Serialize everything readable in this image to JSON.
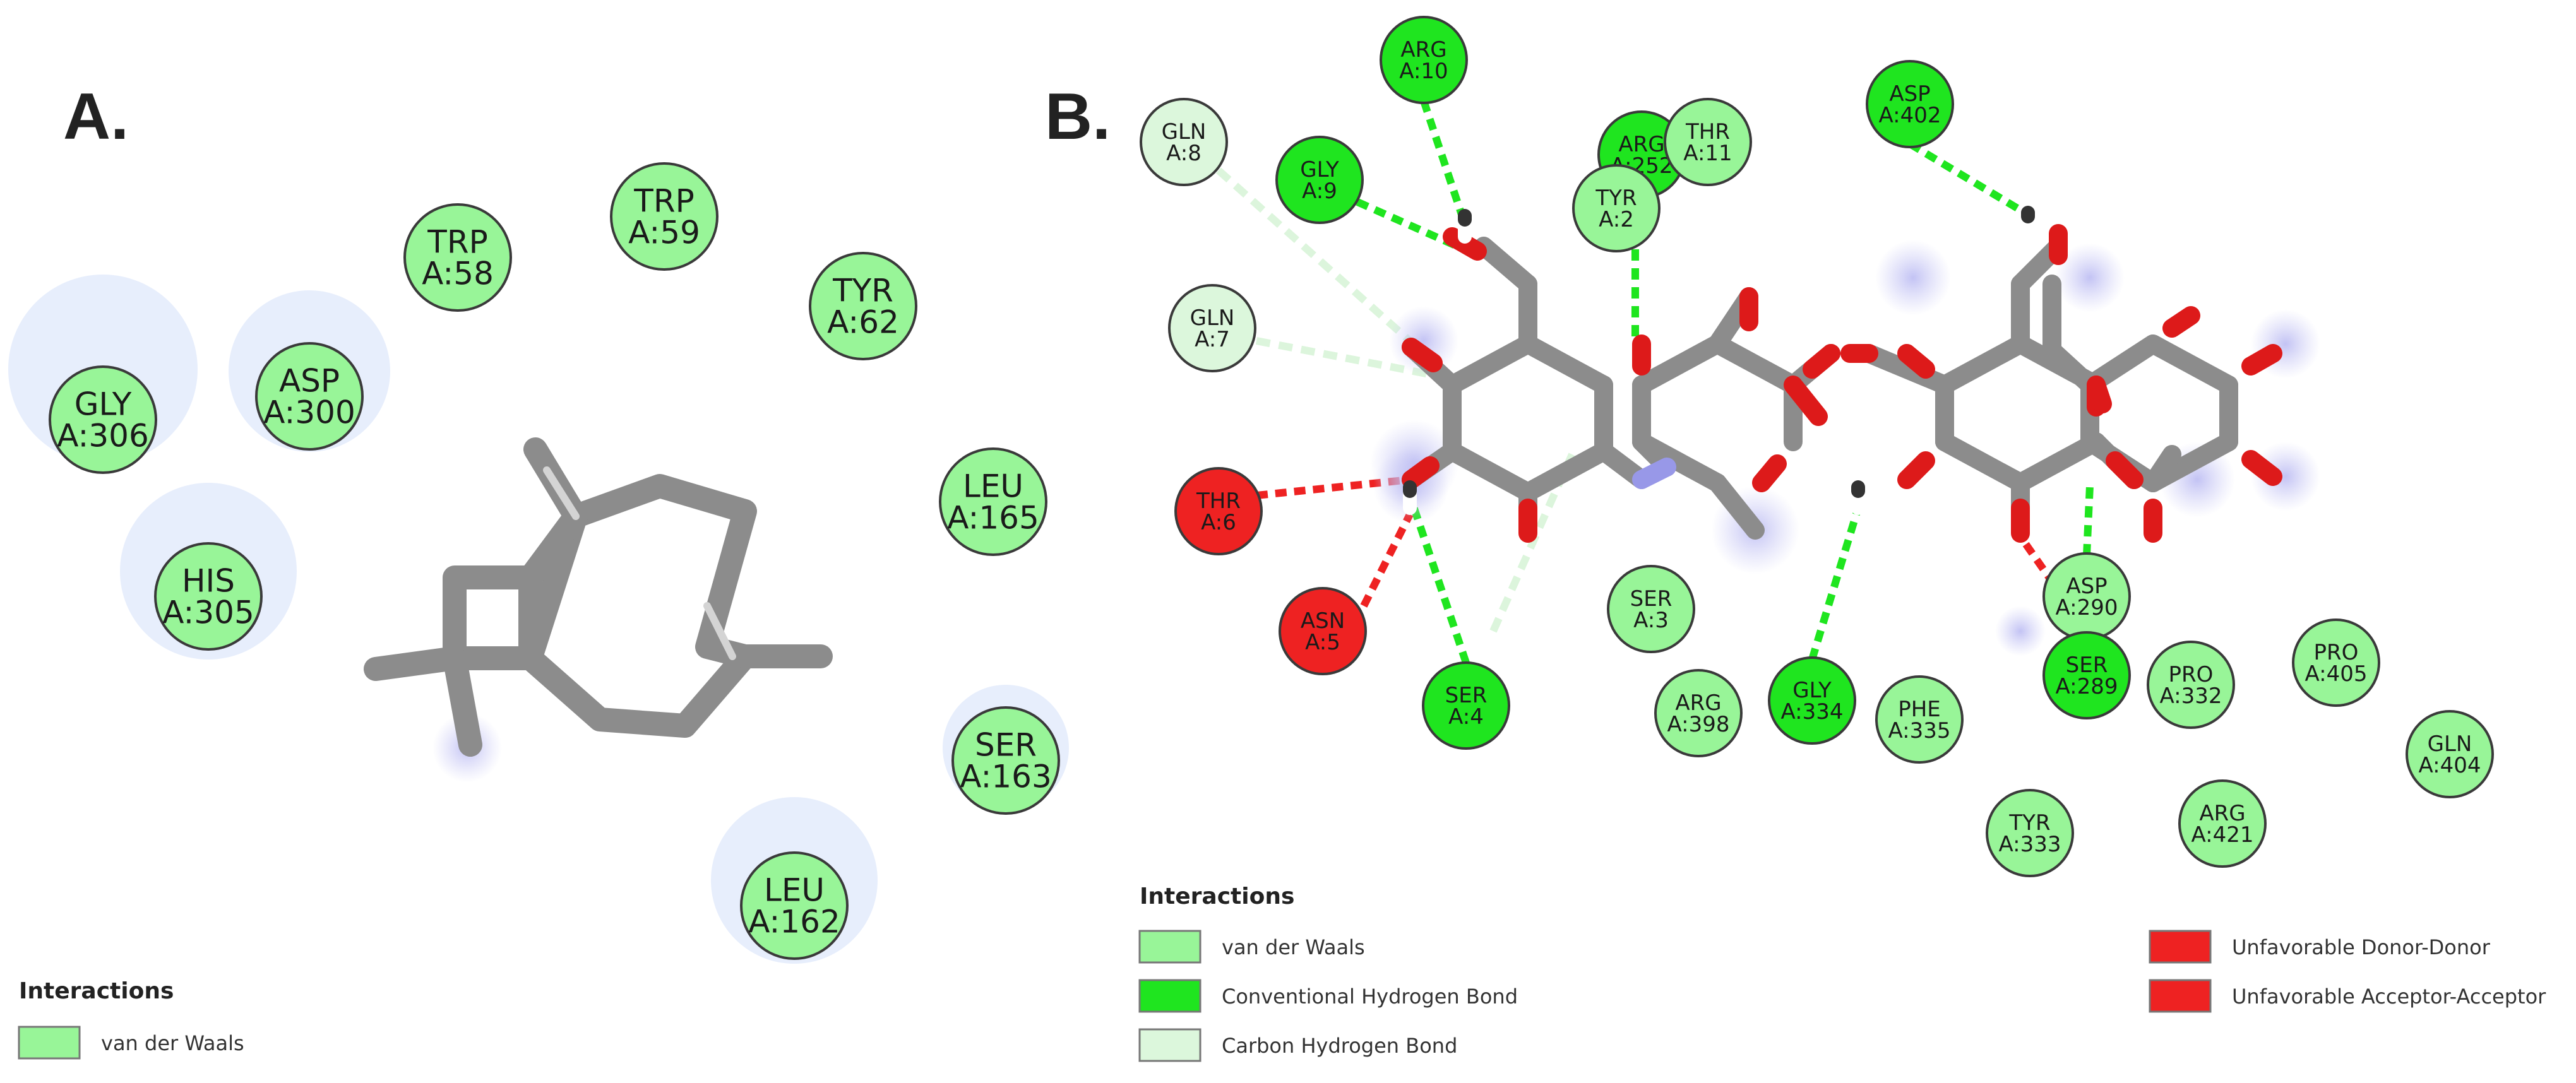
{
  "panels": {
    "a_label": "A.",
    "b_label": "B."
  },
  "colors": {
    "vdw": "#98f598",
    "hbond": "#1fe51f",
    "carbon_h": "#dcf7dc",
    "unfavorable": "#ee2222",
    "bond": "#8c8c8c",
    "oxygen": "#dd1a1a",
    "nitrogen": "#9898e8",
    "halo": "#e7eefc"
  },
  "panel_a": {
    "residues": [
      {
        "name": "GLY",
        "num": "A:306",
        "type": "vdw"
      },
      {
        "name": "ASP",
        "num": "A:300",
        "type": "vdw"
      },
      {
        "name": "TRP",
        "num": "A:58",
        "type": "vdw"
      },
      {
        "name": "TRP",
        "num": "A:59",
        "type": "vdw"
      },
      {
        "name": "TYR",
        "num": "A:62",
        "type": "vdw"
      },
      {
        "name": "HIS",
        "num": "A:305",
        "type": "vdw"
      },
      {
        "name": "LEU",
        "num": "A:165",
        "type": "vdw"
      },
      {
        "name": "SER",
        "num": "A:163",
        "type": "vdw"
      },
      {
        "name": "LEU",
        "num": "A:162",
        "type": "vdw"
      }
    ],
    "legend": {
      "title": "Interactions",
      "items": [
        {
          "label": "van der Waals",
          "type": "vdw"
        }
      ]
    }
  },
  "panel_b": {
    "residues": [
      {
        "name": "ARG",
        "num": "A:10",
        "type": "hbond"
      },
      {
        "name": "ASP",
        "num": "A:402",
        "type": "hbond"
      },
      {
        "name": "GLN",
        "num": "A:8",
        "type": "carbon_h"
      },
      {
        "name": "GLY",
        "num": "A:9",
        "type": "hbond"
      },
      {
        "name": "ARG",
        "num": "A:252",
        "type": "hbond"
      },
      {
        "name": "THR",
        "num": "A:11",
        "type": "vdw"
      },
      {
        "name": "TYR",
        "num": "A:2",
        "type": "vdw"
      },
      {
        "name": "GLN",
        "num": "A:7",
        "type": "carbon_h"
      },
      {
        "name": "THR",
        "num": "A:6",
        "type": "unfavorable"
      },
      {
        "name": "ASN",
        "num": "A:5",
        "type": "unfavorable"
      },
      {
        "name": "SER",
        "num": "A:4",
        "type": "hbond"
      },
      {
        "name": "SER",
        "num": "A:3",
        "type": "vdw"
      },
      {
        "name": "ARG",
        "num": "A:398",
        "type": "vdw"
      },
      {
        "name": "GLY",
        "num": "A:334",
        "type": "hbond"
      },
      {
        "name": "PHE",
        "num": "A:335",
        "type": "vdw"
      },
      {
        "name": "ASP",
        "num": "A:290",
        "type": "vdw"
      },
      {
        "name": "SER",
        "num": "A:289",
        "type": "hbond"
      },
      {
        "name": "PRO",
        "num": "A:332",
        "type": "vdw"
      },
      {
        "name": "PRO",
        "num": "A:405",
        "type": "vdw"
      },
      {
        "name": "GLN",
        "num": "A:404",
        "type": "vdw"
      },
      {
        "name": "TYR",
        "num": "A:333",
        "type": "vdw"
      },
      {
        "name": "ARG",
        "num": "A:421",
        "type": "vdw"
      }
    ],
    "legend": {
      "title": "Interactions",
      "items": [
        {
          "label": "van der Waals",
          "type": "vdw"
        },
        {
          "label": "Conventional Hydrogen Bond",
          "type": "hbond"
        },
        {
          "label": "Carbon Hydrogen Bond",
          "type": "carbon_h"
        },
        {
          "label": "Unfavorable Donor-Donor",
          "type": "unfavorable"
        },
        {
          "label": "Unfavorable Acceptor-Acceptor",
          "type": "unfavorable"
        }
      ]
    }
  }
}
